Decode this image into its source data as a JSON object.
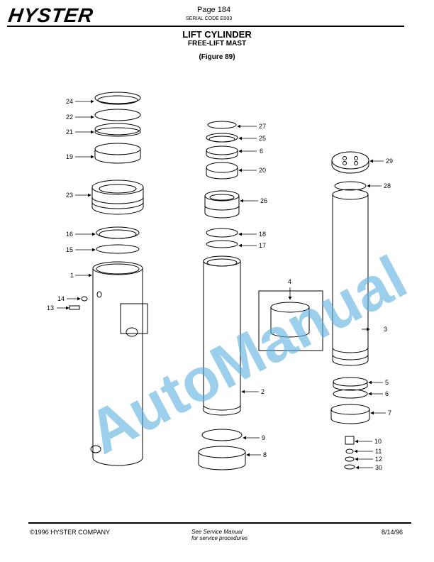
{
  "header": {
    "logo": "HYSTER",
    "page": "Page 184",
    "serial": "SERIAL CODE E003"
  },
  "title": {
    "line1": "LIFT CYLINDER",
    "line2": "FREE-LIFT MAST",
    "line3": "(Figure 89)"
  },
  "watermark": "AutoManual",
  "callouts": [
    "24",
    "22",
    "21",
    "19",
    "23",
    "16",
    "15",
    "1",
    "14",
    "13",
    "27",
    "25",
    "6",
    "20",
    "26",
    "18",
    "17",
    "2",
    "9",
    "8",
    "4",
    "29",
    "28",
    "3",
    "5",
    "6",
    "7",
    "10",
    "11",
    "12",
    "30"
  ],
  "footer": {
    "copyright": "©1996 HYSTER COMPANY",
    "note_line1": "See Service Manual",
    "note_line2": "for service procedures",
    "date": "8/14/96"
  }
}
